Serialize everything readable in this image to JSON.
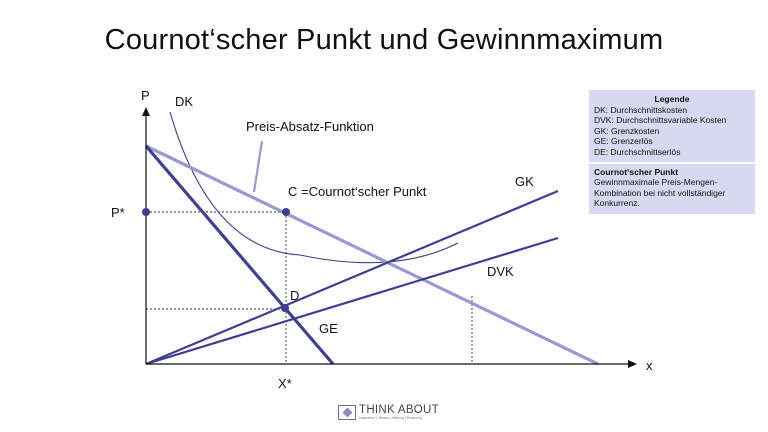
{
  "title": "Cournot‘scher Punkt und Gewinnmaximum",
  "labels": {
    "y_axis": "P",
    "x_axis": "x",
    "dk": "DK",
    "preis_absatz": "Preis-Absatz-Funktion",
    "gk": "GK",
    "dvk": "DVK",
    "ge": "GE",
    "point_c": "C =Cournot‘scher Punkt",
    "point_d": "D",
    "p_star": "P*",
    "x_star": "X*"
  },
  "legend": {
    "heading": "Legende",
    "entries": [
      "DK: Durchschnittskosten",
      "DVK: Durchschnittsvariable Kosten",
      "GK: Grenzkosten",
      "GE: Grenzerlös",
      "DE: Durchschnittserlös"
    ],
    "cournot_title": "Cournot‘scher Punkt",
    "cournot_text": "Gewinnmaximale Preis-Mengen-Kombination bei nicht vollständiger Konkurrenz."
  },
  "footer": {
    "brand": "THINK ABOUT",
    "tagline": "Inspiration | Wissen | Bildung | Erfahrung"
  },
  "colors": {
    "line_dark": "#3f3f8f",
    "line_light": "#9a9ad0",
    "axis": "#111111",
    "legend_bg": "#d6d9f0"
  }
}
